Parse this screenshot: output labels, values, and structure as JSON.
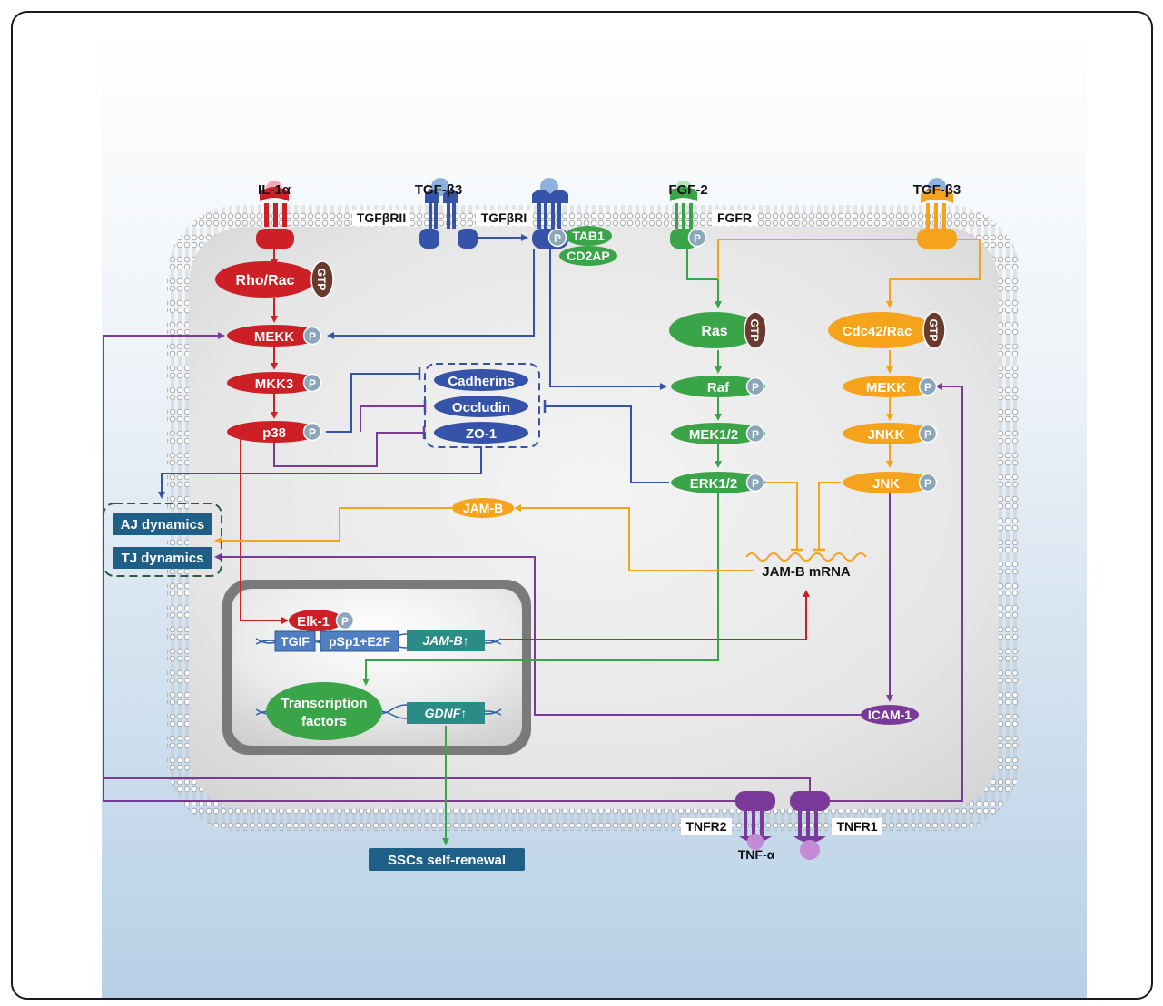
{
  "colors": {
    "red": "#cc1f26",
    "blue": "#3553a8",
    "green": "#3aa548",
    "orange": "#f5a31a",
    "purple": "#7a3a9a",
    "teal": "#2b8b86",
    "navy": "#1d5f86",
    "gtp": "#6b3a2e",
    "phospho": "#8aa6b8"
  },
  "membrane_labels": {
    "il1a": "IL-1α",
    "tgfb3_left": "TGF-β3",
    "tgfbrii": "TGFβRII",
    "tgfbri": "TGFβRI",
    "fgf2": "FGF-2",
    "fgfr": "FGFR",
    "tgfb3_right": "TGF-β3",
    "tnfr2": "TNFR2",
    "tnfr1": "TNFR1",
    "tnfa": "TNF-α"
  },
  "nodes": {
    "rho_rac": "Rho/Rac",
    "mekk_red": "MEKK",
    "mkk3": "MKK3",
    "p38": "p38",
    "tab1": "TAB1",
    "cd2ap": "CD2AP",
    "cadherins": "Cadherins",
    "occludin": "Occludin",
    "zo1": "ZO-1",
    "ras": "Ras",
    "raf": "Raf",
    "mek12": "MEK1/2",
    "erk12": "ERK1/2",
    "cdc42": "Cdc42/Rac",
    "mekk_orange": "MEKK",
    "jnkk": "JNKK",
    "jnk": "JNK",
    "jamb_protein": "JAM-B",
    "jamb_mrna": "JAM-B mRNA",
    "icam1": "ICAM-1"
  },
  "badges": {
    "gtp": "GTP",
    "phospho": "P"
  },
  "outputs": {
    "aj_dynamics": "AJ dynamics",
    "tj_dynamics": "TJ dynamics",
    "ssc": "SSCs self-renewal"
  },
  "nucleus": {
    "elk1": "Elk-1",
    "tgif": "TGIF",
    "psp1": "pSp1+E2F",
    "jamb_gene": "JAM-B↑",
    "tf_line1": "Transcription",
    "tf_line2": "factors",
    "gdnf_gene": "GDNF↑"
  }
}
